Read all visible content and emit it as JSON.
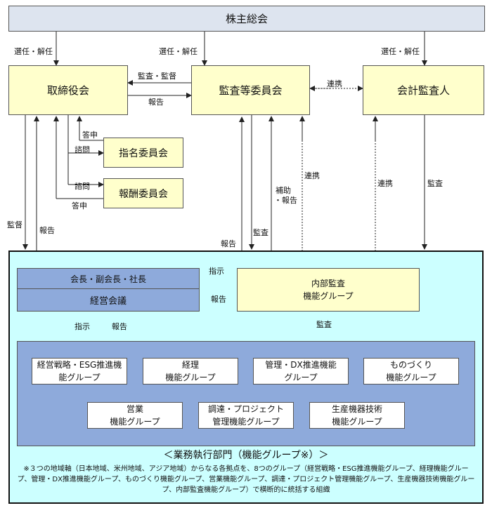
{
  "nodes": {
    "shareholders": "株主総会",
    "board": "取締役会",
    "audit_committee": "監査等委員会",
    "accounting_auditor": "会計監査人",
    "nomination_committee": "指名委員会",
    "remuneration_committee": "報酬委員会",
    "chairman": "会長・副会長・社長",
    "management_meeting": "経営会議",
    "internal_audit_line1": "内部監査",
    "internal_audit_line2": "機能グループ"
  },
  "groups": [
    {
      "line1": "経営戦略・ESG推進機",
      "line2": "能グループ"
    },
    {
      "line1": "経理",
      "line2": "機能グループ"
    },
    {
      "line1": "管理・DX推進機能",
      "line2": "グループ"
    },
    {
      "line1": "ものづくり",
      "line2": "機能グループ"
    },
    {
      "line1": "営業",
      "line2": "機能グループ"
    },
    {
      "line1": "調達・プロジェクト",
      "line2": "管理機能グループ"
    },
    {
      "line1": "生産機器技術",
      "line2": "機能グループ"
    }
  ],
  "labels": {
    "elect1": "選任・解任",
    "elect2": "選任・解任",
    "elect3": "選任・解任",
    "audit_supervise": "監査・監督",
    "report_board": "報告",
    "collab1": "連携",
    "consult1": "答申",
    "inquiry1": "諮問",
    "inquiry2": "諮問",
    "consult2": "答申",
    "collab2": "連携",
    "collab3": "連携",
    "assist_line1": "補助",
    "assist_line2": "・報告",
    "audit_acct": "監査",
    "supervise": "監督",
    "report_left": "報告",
    "audit_mid": "監査",
    "report_mid": "報告",
    "instruct1": "指示",
    "report_ia": "報告",
    "instruct2": "指示",
    "report_mm": "報告",
    "audit_ia": "監査"
  },
  "division": {
    "title": "＜業務執行部門（機能グループ※）＞",
    "note": "※３つの地域軸（日本地域、米州地域、アジア地域）からなる各拠点を、8つのグループ（経営戦略・ESG推進機能グループ、経理機能グループ、管理・DX推進機能グループ、ものづくり機能グループ、営業機能グループ、調達・プロジェクト管理機能グループ、生産機器技術機能グループ、内部監査機能グループ）で横断的に統括する組織"
  }
}
